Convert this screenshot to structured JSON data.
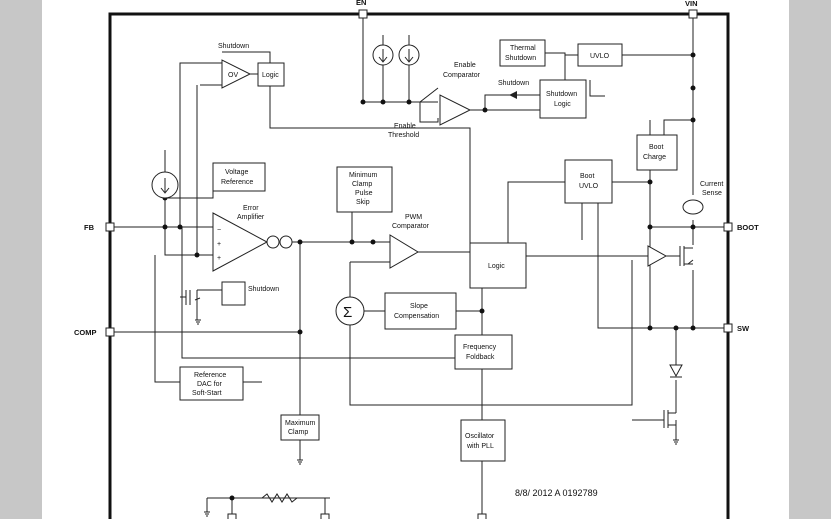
{
  "pins": {
    "en": "EN",
    "vin": "VIN",
    "fb": "FB",
    "comp": "COMP",
    "boot": "BOOT",
    "sw": "SW"
  },
  "blocks": {
    "shutdown_top": "Shutdown",
    "ov": "OV",
    "logic_small": "Logic",
    "voltage_reference": [
      "Voltage",
      "Reference"
    ],
    "error_amplifier": [
      "Error",
      "Amplifier"
    ],
    "shutdown_fet": "Shutdown",
    "minimum_clamp": [
      "Minimum",
      "Clamp",
      "Pulse",
      "Skip"
    ],
    "pwm_comparator": [
      "PWM",
      "Comparator"
    ],
    "logic_main": "Logic",
    "slope_compensation": [
      "Slope",
      "Compensation"
    ],
    "sigma": "Σ",
    "frequency_foldback": [
      "Frequency",
      "Foldback"
    ],
    "reference_dac": [
      "Reference",
      "DAC for",
      "Soft-Start"
    ],
    "maximum_clamp": [
      "Maximum",
      "Clamp"
    ],
    "oscillator": [
      "Oscillator",
      "with PLL"
    ],
    "enable_comparator": [
      "Enable",
      "Comparator"
    ],
    "enable_threshold": [
      "Enable",
      "Threshold"
    ],
    "shutdown_arrow": "Shutdown",
    "thermal_shutdown": [
      "Thermal",
      "Shutdown"
    ],
    "uvlo": "UVLO",
    "shutdown_logic": [
      "Shutdown",
      "Logic"
    ],
    "boot_charge": [
      "Boot",
      "Charge"
    ],
    "boot_uvlo": [
      "Boot",
      "UVLO"
    ],
    "current_sense": [
      "Current",
      "Sense"
    ]
  },
  "footer": {
    "stamp": "8/8/ 2012 A 0192789"
  }
}
